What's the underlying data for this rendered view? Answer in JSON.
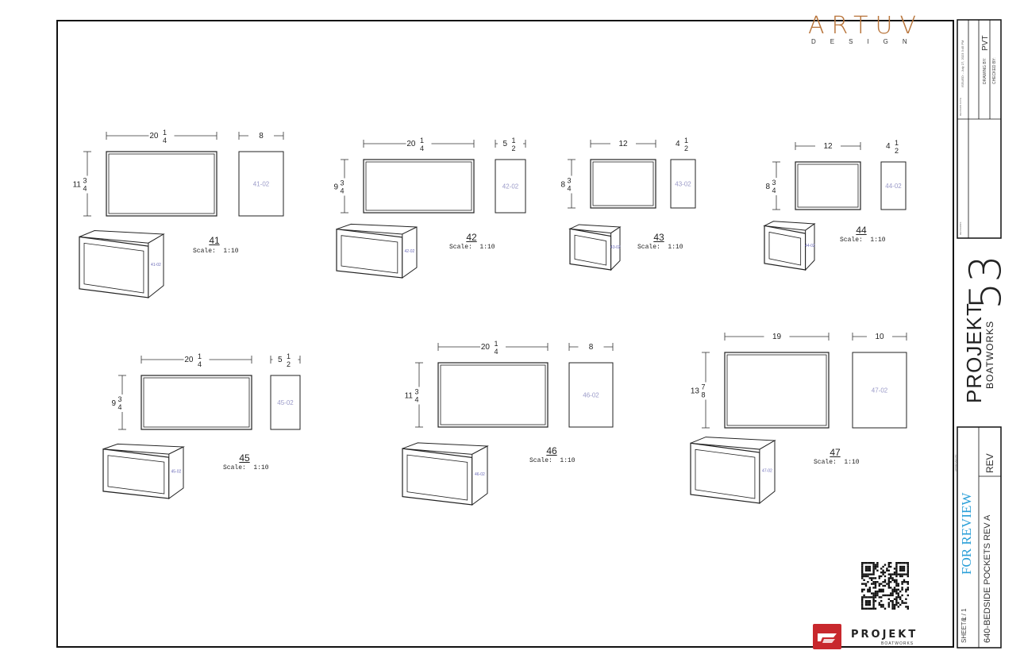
{
  "logo": {
    "brand": "ARTUV",
    "sub": "DESIGN",
    "colors": [
      "#b8743a",
      "#3a3a3a"
    ]
  },
  "pockets": [
    {
      "id": "41",
      "scale_label": "Scale:  1:10",
      "width": "20 1/4",
      "height": "11 3/4",
      "depth": "8",
      "part": "41-02"
    },
    {
      "id": "42",
      "scale_label": "Scale:  1:10",
      "width": "20 1/4",
      "height": "9 3/4",
      "depth": "5 1/2",
      "part": "42-02"
    },
    {
      "id": "43",
      "scale_label": "Scale:  1:10",
      "width": "12",
      "height": "8 3/4",
      "depth": "4 1/2",
      "part": "43-02"
    },
    {
      "id": "44",
      "scale_label": "Scale:  1:10",
      "width": "12",
      "height": "8 3/4",
      "depth": "4 1/2",
      "part": "44-02"
    },
    {
      "id": "45",
      "scale_label": "Scale:  1:10",
      "width": "20 1/4",
      "height": "9 3/4",
      "depth": "5 1/2",
      "part": "45-02"
    },
    {
      "id": "46",
      "scale_label": "Scale:  1:10",
      "width": "20 1/4",
      "height": "11 3/4",
      "depth": "8",
      "part": "46-02"
    },
    {
      "id": "47",
      "scale_label": "Scale:  1:10",
      "width": "19",
      "height": "13 7/8",
      "depth": "10",
      "part": "47-02"
    }
  ],
  "title_block": {
    "issued": "ISSUED: - July 27, 2023 3:45 PM",
    "drawing_by_label": "DRAWING BY:",
    "drawing_by": "PVT",
    "checked_by_label": "CHECKED BY:",
    "revisions_label": "REVISIONS",
    "revision_date_label": "REVISION DATE",
    "project_name": "PROJEKT",
    "project_number": "53",
    "project_sub": "BOATWORKS",
    "approved_label": "APPROVED BY:",
    "status": "FOR REVIEW",
    "rev_label": "REV",
    "sheet_label": "SHEET#:",
    "sheet": "1 / 1",
    "drawing_title": "640-BEDSIDE POCKETS REV A",
    "status_color": "#2a9fd8"
  },
  "footer_logo": {
    "brand": "PROJEKT",
    "sub": "BOATWORKS",
    "color": "#c8282d"
  }
}
